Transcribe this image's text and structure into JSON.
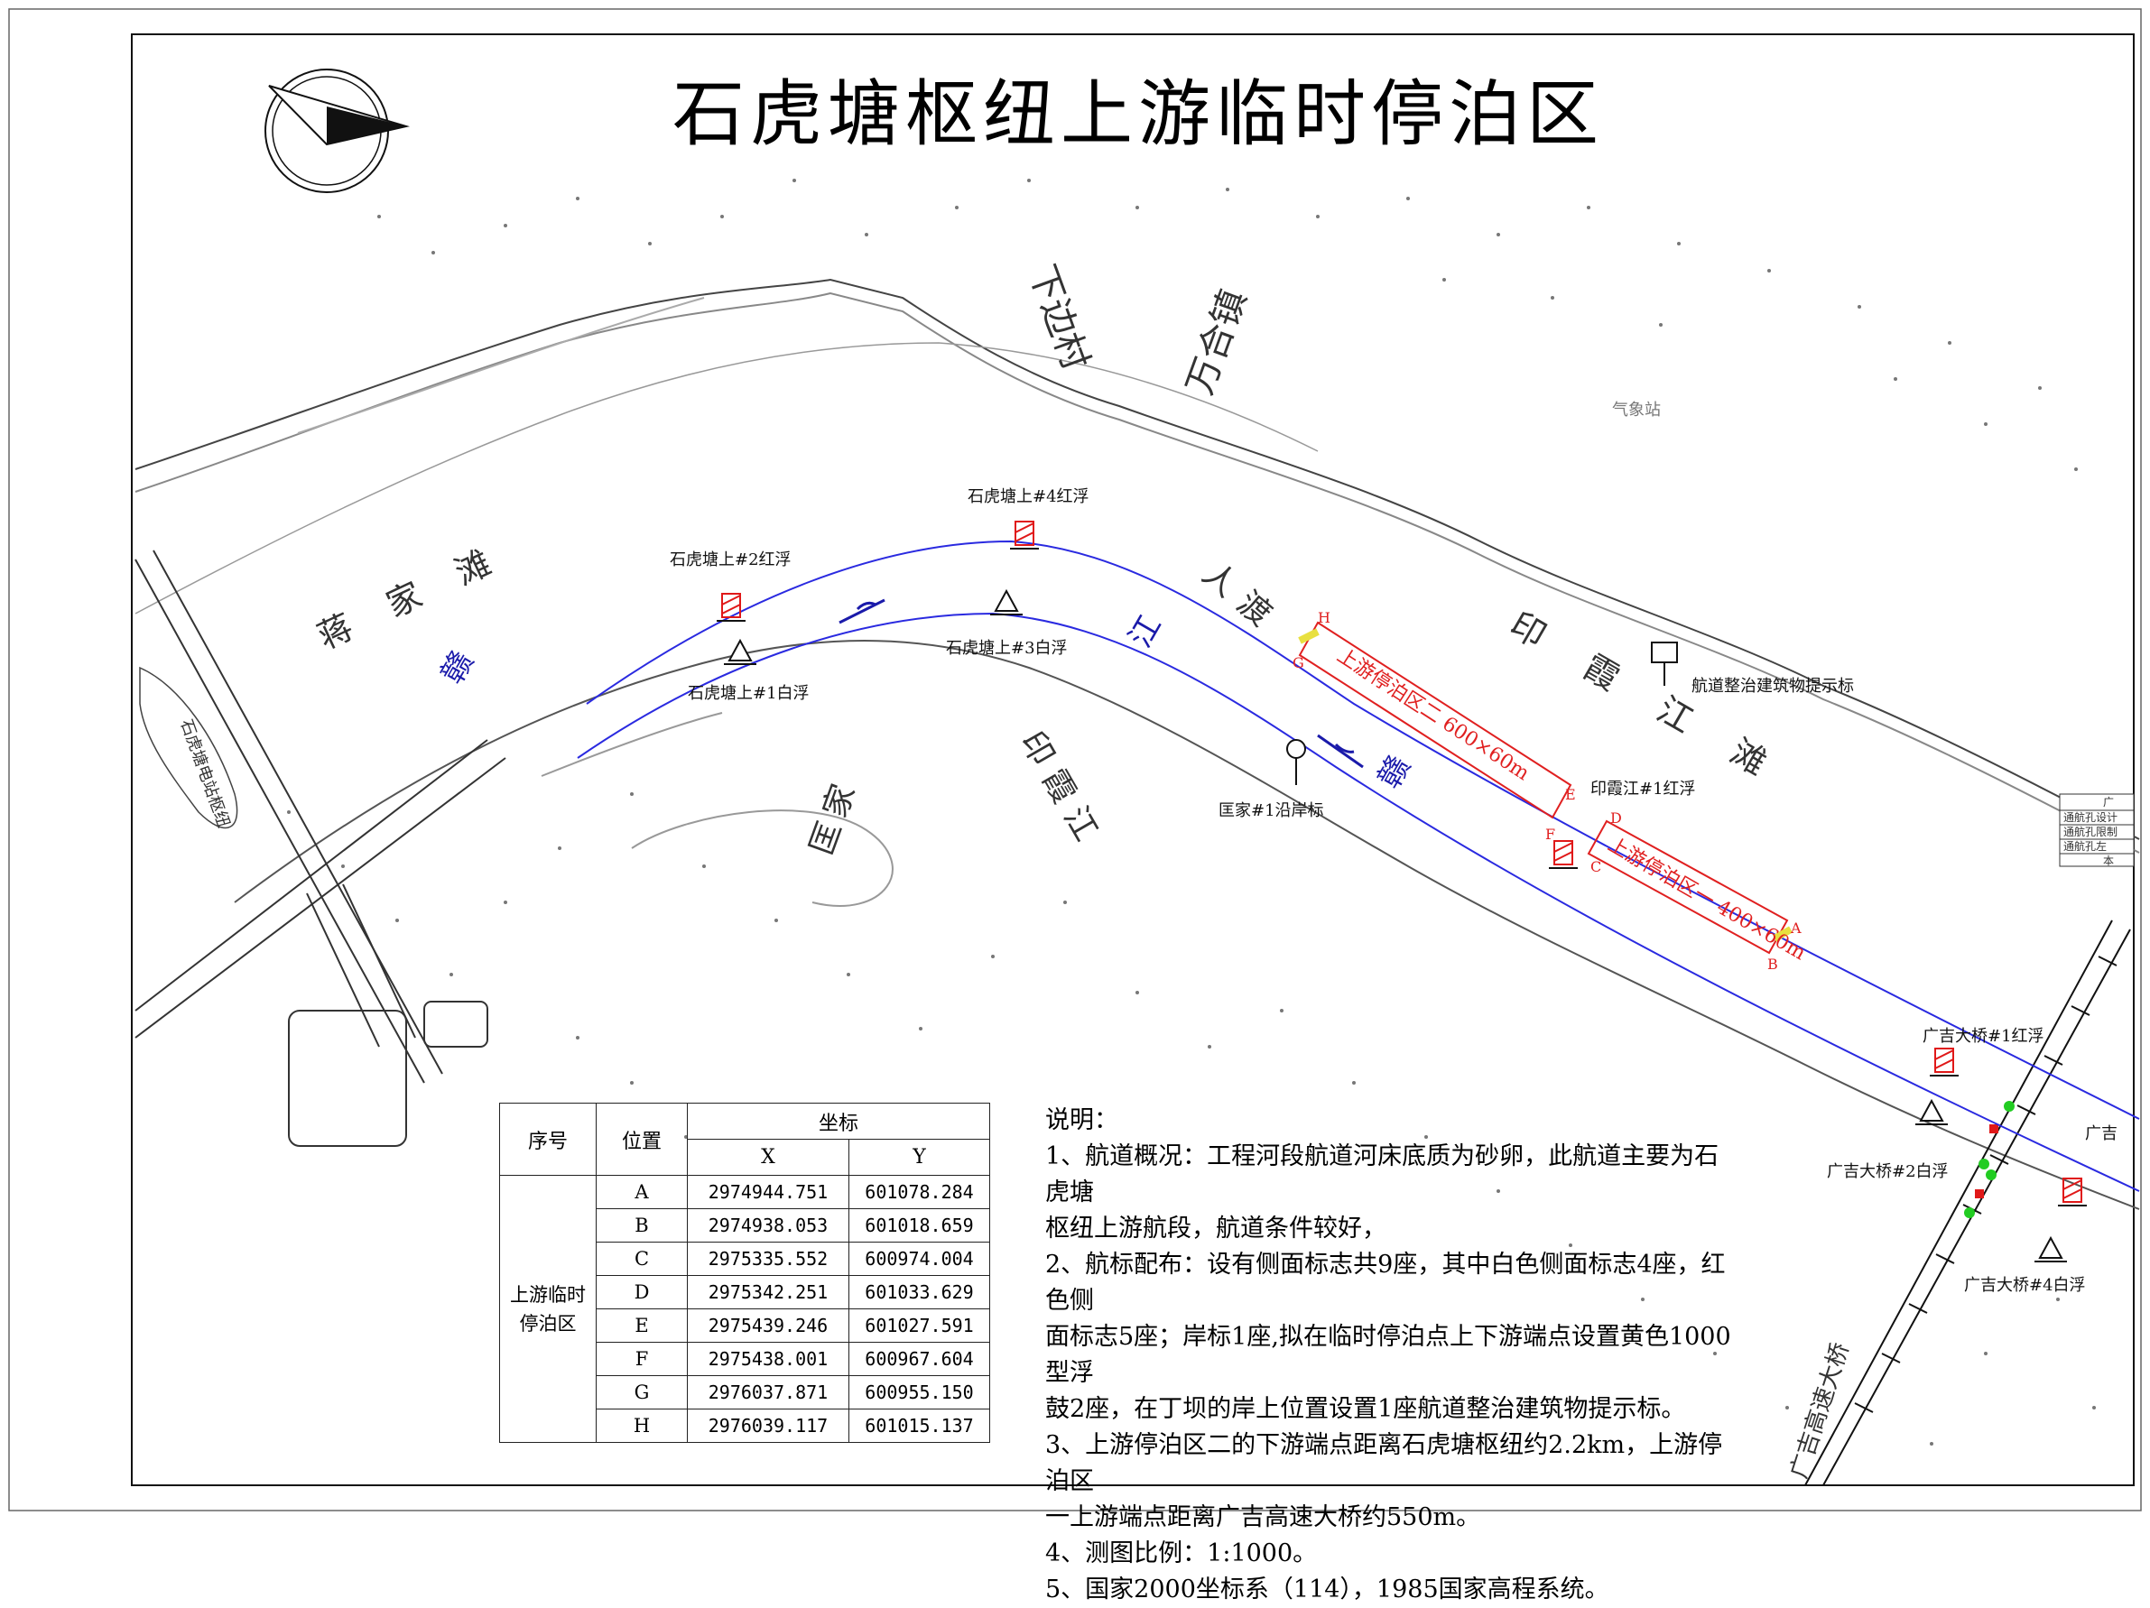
{
  "title": "石虎塘枢纽上游临时停泊区",
  "map_labels": {
    "village_xiabian": "下边村",
    "town_wanhe": "万合镇",
    "shoal_jiangjia": "蒋家滩",
    "river_gan_1": "赣",
    "river_gan_2": "赣",
    "river_jiang": "江",
    "ferry_ren": "人渡",
    "yinxiajiang_shoal": "印霞江滩",
    "yinxiajiang_left": "印霞江",
    "kuangjia": "匡家",
    "shihutang_plant": "石虎塘电站枢纽",
    "highway_bridge": "广吉高速大桥",
    "weather_station": "气象站",
    "anchorage_2": "上游停泊区二  600×60m",
    "anchorage_1": "上游停泊区一  400×60m",
    "pt_A": "A",
    "pt_B": "B",
    "pt_C": "C",
    "pt_D": "D",
    "pt_E": "E",
    "pt_F": "F",
    "pt_G": "G",
    "pt_H": "H"
  },
  "buoys": {
    "shihutang_1_white": "石虎塘上#1白浮",
    "shihutang_2_red": "石虎塘上#2红浮",
    "shihutang_3_white": "石虎塘上#3白浮",
    "shihutang_4_red": "石虎塘上#4红浮",
    "kuangjia_shore": "匡家#1沿岸标",
    "yinxiajiang_1_red": "印霞江#1红浮",
    "warning_sign": "航道整治建筑物提示标",
    "guangji_1_red": "广吉大桥#1红浮",
    "guangji_2_white": "广吉大桥#2白浮",
    "guangji_4_white": "广吉大桥#4白浮",
    "guangji_partial": "广吉"
  },
  "legend_partial": {
    "header": "广",
    "row1": "通航孔设计",
    "row2": "通航孔限制",
    "row3": "通航孔左",
    "row4": "本"
  },
  "table": {
    "col_seq": "序号",
    "col_pos": "位置",
    "col_coord": "坐标",
    "col_x": "X",
    "col_y": "Y",
    "group": "上游临时停泊区",
    "rows": [
      {
        "pos": "A",
        "x": "2974944.751",
        "y": "601078.284"
      },
      {
        "pos": "B",
        "x": "2974938.053",
        "y": "601018.659"
      },
      {
        "pos": "C",
        "x": "2975335.552",
        "y": "600974.004"
      },
      {
        "pos": "D",
        "x": "2975342.251",
        "y": "601033.629"
      },
      {
        "pos": "E",
        "x": "2975439.246",
        "y": "601027.591"
      },
      {
        "pos": "F",
        "x": "2975438.001",
        "y": "600967.604"
      },
      {
        "pos": "G",
        "x": "2976037.871",
        "y": "600955.150"
      },
      {
        "pos": "H",
        "x": "2976039.117",
        "y": "601015.137"
      }
    ]
  },
  "notes": {
    "heading": "说明：",
    "line1": "1、航道概况：工程河段航道河床底质为砂卵，此航道主要为石虎塘",
    "line2": "枢纽上游航段，航道条件较好，",
    "line3": "2、航标配布：设有侧面标志共9座，其中白色侧面标志4座，红色侧",
    "line4": "面标志5座；岸标1座,拟在临时停泊点上下游端点设置黄色1000型浮",
    "line5": "鼓2座，在丁坝的岸上位置设置1座航道整治建筑物提示标。",
    "line6": "3、上游停泊区二的下游端点距离石虎塘枢纽约2.2km，上游停泊区",
    "line7": "一上游端点距离广吉高速大桥约550m。",
    "line8": "4、测图比例：1:1000。",
    "line9": "5、国家2000坐标系（114），1985国家高程系统。"
  },
  "colors": {
    "channel_blue": "#2a2ae0",
    "red_mark": "#e01818",
    "anchorage_red": "#e02020",
    "yellow_buoy": "#e8e040",
    "green_light": "#22cc22",
    "text_blue": "#1a1aaa"
  }
}
